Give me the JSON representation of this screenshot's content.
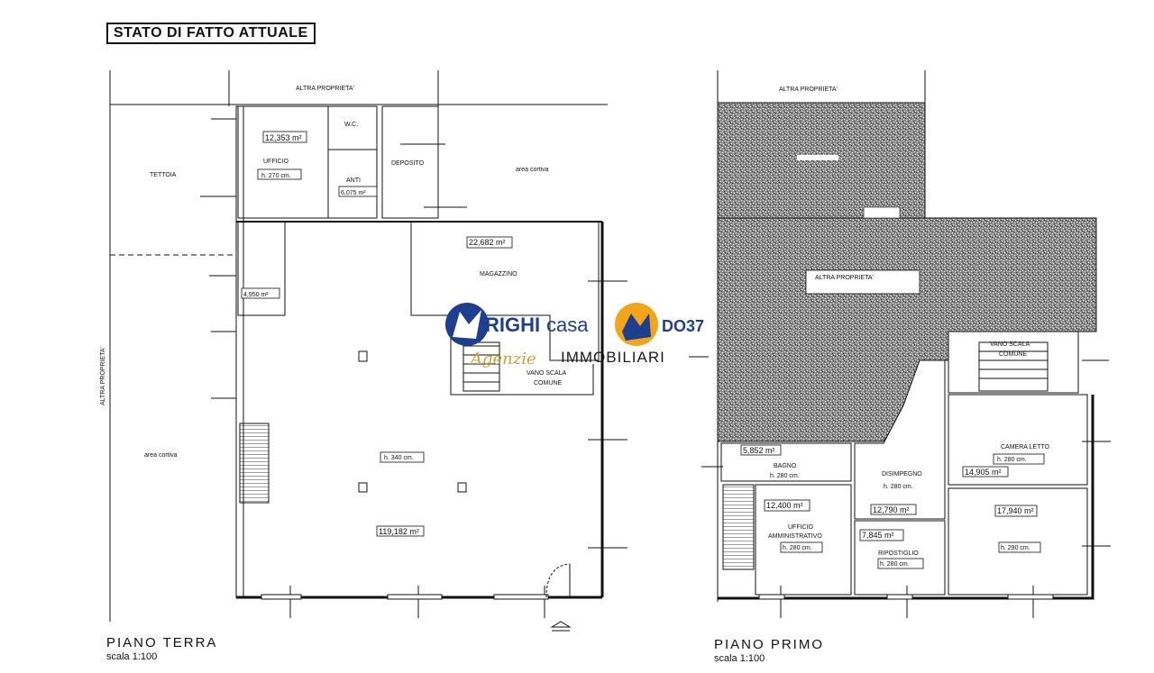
{
  "header": {
    "title": "STATO DI FATTO ATTUALE"
  },
  "watermark": {
    "brand_bold": "RIGHI",
    "brand_light": "casa",
    "code": "DO37",
    "script_word": "Agenzie",
    "tagline": "IMMOBILIARI",
    "colors": {
      "blue": "#1e3f8f",
      "orange": "#f2a51a",
      "gold": "#c9a23a"
    }
  },
  "ground_floor": {
    "name": "PIANO  TERRA",
    "scale": "scala 1:100",
    "labels": {
      "altra_top": "ALTRA PROPRIETA'",
      "altra_left": "ALTRA PROPRIETA'",
      "tettoia": "TETTOIA",
      "ufficio": "UFFICIO",
      "ufficio_area": "12,353 m²",
      "ufficio_h": "h. 270 cm.",
      "wc": "W.C.",
      "anti": "ANTI",
      "anti_area": "6,075 m²",
      "deposito": "DEPOSITO",
      "cortiva_top": "area cortiva",
      "cortiva_bottom": "area cortiva",
      "small_area": "4,950 m²",
      "magazzino": "MAGAZZINO",
      "magazzino_area": "22,682 m²",
      "vano_scala_1": "VANO SCALA",
      "vano_scala_2": "COMUNE",
      "main_h": "h. 340 cm.",
      "main_area": "119,182 m²"
    }
  },
  "first_floor": {
    "name": "PIANO  PRIMO",
    "scale": "scala 1:100",
    "labels": {
      "altra_top": "ALTRA PROPRIETA'",
      "altra_mid": "ALTRA PROPRIETA'",
      "vano_scala_1": "VANO SCALA",
      "vano_scala_2": "COMUNE",
      "bagno_area": "5,852 m²",
      "bagno": "BAGNO",
      "bagno_h": "h. 280 cm.",
      "camera": "CAMERA LETTO",
      "camera_h": "h. 280 cm.",
      "camera_area": "14,905 m²",
      "disimpegno": "DISIMPEGNO",
      "disimpegno_h": "h. 280 cm.",
      "disimpegno_area": "12,790 m²",
      "ufficio_area": "12,400 m²",
      "ufficio_1": "UFFICIO",
      "ufficio_2": "AMMINISTRATIVO",
      "ufficio_h": "h. 280 cm.",
      "ripostiglio_area": "7,845 m²",
      "ripostiglio": "RIPOSTIGLIO",
      "ripostiglio_h": "h. 280 cm.",
      "room_area": "17,940 m²",
      "room_h": "h. 290 cm."
    }
  }
}
